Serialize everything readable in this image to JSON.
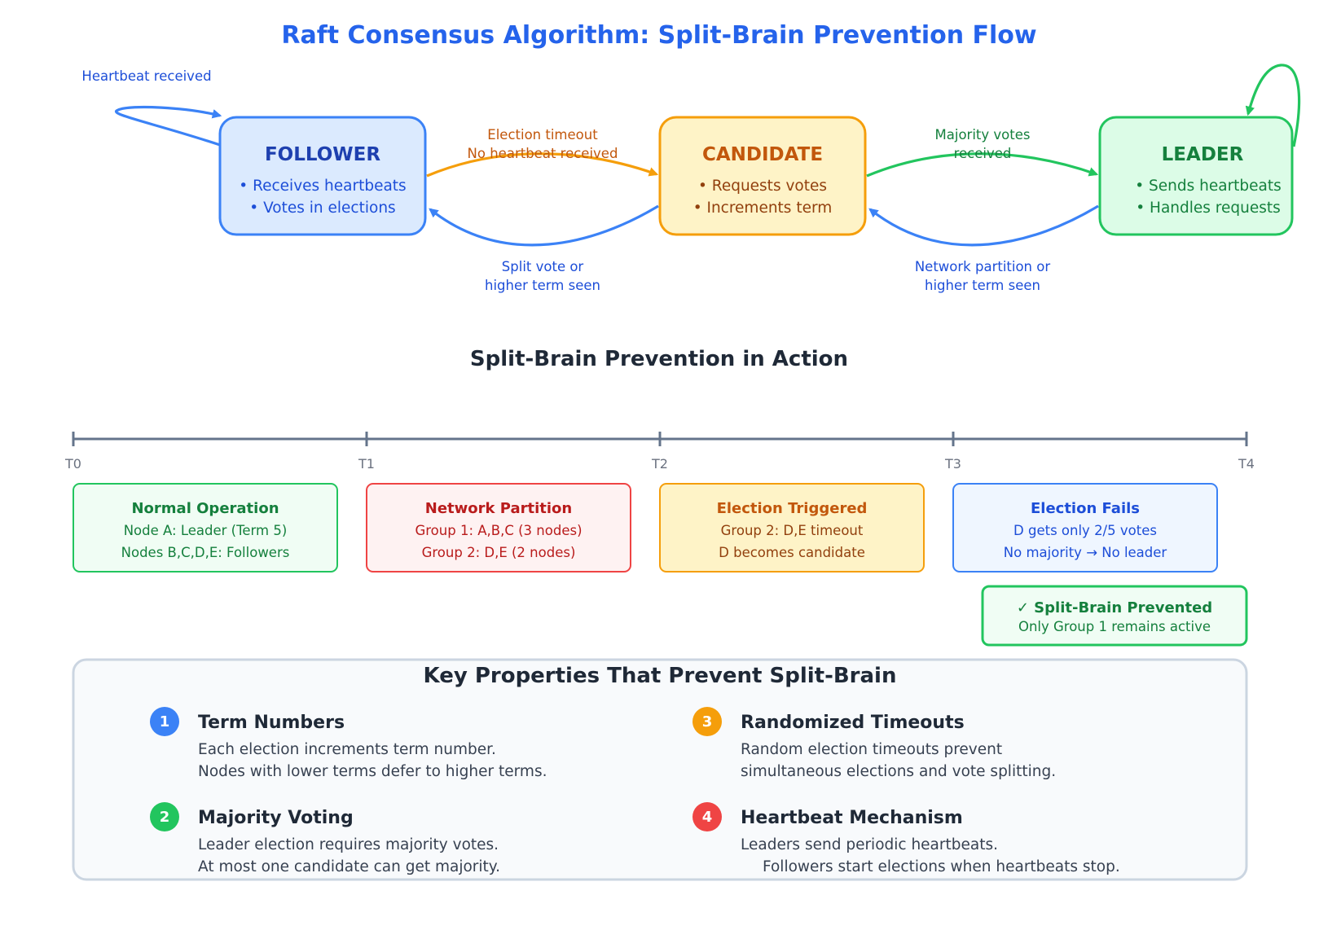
{
  "title": "Raft Consensus Algorithm: Split-Brain Prevention Flow",
  "colors": {
    "blue": "#3b82f6",
    "blue_text": "#1d4ed8",
    "orange": "#f59e0b",
    "orange_text": "#c2570c",
    "green": "#22c55e",
    "green_text": "#15803d",
    "red": "#ef4444",
    "red_text": "#b91c1c",
    "slate": "#64748b"
  },
  "states": {
    "follower": {
      "name": "FOLLOWER",
      "bullets": [
        "• Receives heartbeats",
        "• Votes in elections"
      ]
    },
    "candidate": {
      "name": "CANDIDATE",
      "bullets": [
        "• Requests votes",
        "• Increments term"
      ]
    },
    "leader": {
      "name": "LEADER",
      "bullets": [
        "• Sends heartbeats",
        "• Handles requests"
      ]
    }
  },
  "transitions": {
    "follower_self": "Heartbeat received",
    "follower_to_candidate": [
      "Election timeout",
      "No heartbeat received"
    ],
    "candidate_to_leader": [
      "Majority votes",
      "received"
    ],
    "candidate_to_follower": [
      "Split vote or",
      "higher term seen"
    ],
    "leader_to_candidate": [
      "Network partition or",
      "higher term seen"
    ]
  },
  "timeline": {
    "title": "Split-Brain Prevention in Action",
    "ticks": [
      "T0",
      "T1",
      "T2",
      "T3",
      "T4"
    ],
    "events": [
      {
        "title": "Normal Operation",
        "lines": [
          "Node A: Leader (Term 5)",
          "Nodes B,C,D,E: Followers"
        ],
        "tone": "green"
      },
      {
        "title": "Network Partition",
        "lines": [
          "Group 1: A,B,C (3 nodes)",
          "Group 2: D,E (2 nodes)"
        ],
        "tone": "red"
      },
      {
        "title": "Election Triggered",
        "lines": [
          "Group 2: D,E timeout",
          "D becomes candidate"
        ],
        "tone": "orange"
      },
      {
        "title": "Election Fails",
        "lines": [
          "D gets only 2/5 votes",
          "No majority → No leader"
        ],
        "tone": "blue"
      }
    ],
    "result": {
      "title": "✓ Split-Brain Prevented",
      "line": "Only Group 1 remains active"
    }
  },
  "key_properties": {
    "title": "Key Properties That Prevent Split-Brain",
    "items": [
      {
        "num": "1",
        "title": "Term Numbers",
        "lines": [
          "Each election increments term number.",
          "Nodes with lower terms defer to higher terms."
        ],
        "tone": "blue"
      },
      {
        "num": "2",
        "title": "Majority Voting",
        "lines": [
          "Leader election requires majority votes.",
          "At most one candidate can get majority."
        ],
        "tone": "green"
      },
      {
        "num": "3",
        "title": "Randomized Timeouts",
        "lines": [
          "Random election timeouts prevent",
          "simultaneous elections and vote splitting."
        ],
        "tone": "orange"
      },
      {
        "num": "4",
        "title": "Heartbeat Mechanism",
        "lines": [
          "Leaders send periodic heartbeats.",
          "Followers start elections when heartbeats stop."
        ],
        "tone": "red"
      }
    ]
  }
}
